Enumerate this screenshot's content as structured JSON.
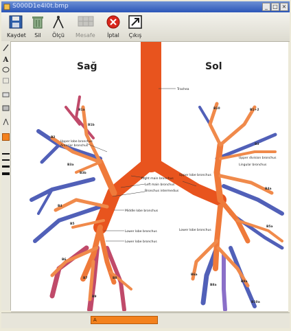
{
  "window": {
    "title": "S000D1e4I0t.bmp",
    "controls": {
      "minimize": "_",
      "maximize": "□",
      "close": "×"
    }
  },
  "toolbar": {
    "buttons": [
      {
        "label": "Kaydet",
        "icon": "floppy-disk-icon"
      },
      {
        "label": "Sil",
        "icon": "trash-icon"
      },
      {
        "label": "Ölçü",
        "icon": "compass-icon"
      },
      {
        "label": "Mesafe",
        "icon": "grid-icon"
      },
      {
        "label": "İptal",
        "icon": "cancel-icon"
      },
      {
        "label": "Çıkış",
        "icon": "exit-icon"
      }
    ]
  },
  "palette": {
    "tools": [
      "pen-icon",
      "text-icon",
      "ellipse-icon",
      "rectangle-icon",
      "eraser-icon",
      "fill-icon",
      "compass-icon",
      "color-swatch",
      "line-thin",
      "line-medium",
      "line-thick",
      "line-heavy"
    ],
    "accent": "#f3811d"
  },
  "diagram": {
    "labels": {
      "right": "Sağ",
      "left": "Sol",
      "trachea": "Trachea"
    },
    "annotations": {
      "upper_right": "Upper lobe bronchus",
      "upper_right_2": "Anterior bronchus",
      "right_main": "Right main bronchus",
      "left_main": "Left main bronchus",
      "bronchus_intermedius": "Bronchus intermedius",
      "middle_lobe": "Middle lobe bronchus",
      "lower_right": "Lower lobe bronchus",
      "lower_right_2": "Lower lobe bronchus",
      "upper_left": "Upper lobe bronchus",
      "lingula_upper": "Upper division bronchus",
      "lingula_lower": "Lingular bronchus",
      "lower_left": "Lower lobe bronchus"
    },
    "segments": [
      "B1a",
      "B1b",
      "B2",
      "B3a",
      "B3b",
      "B4",
      "B5",
      "B6",
      "B7",
      "B8",
      "B9",
      "B10",
      "B1+2",
      "B3",
      "B4a",
      "B5a",
      "B6a",
      "B8a",
      "B9a",
      "B10a"
    ],
    "colors": {
      "airway": "#e8541e",
      "airway_light": "#f08a4b",
      "left_vessels": "#4f5fb8",
      "right_vessels": "#c04a6a"
    }
  },
  "status": {
    "text": "A"
  }
}
